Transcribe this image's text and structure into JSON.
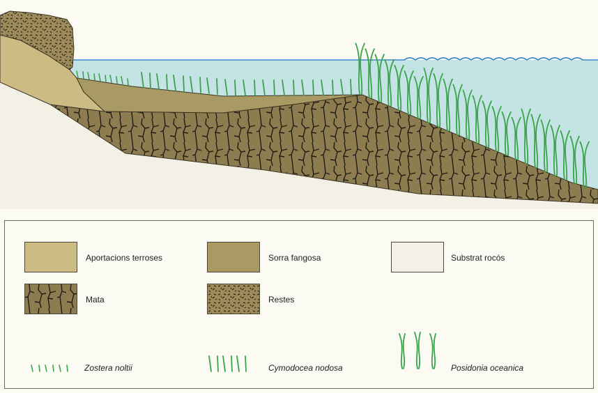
{
  "colors": {
    "water": "#c4e3e4",
    "terroses": "#cdbb84",
    "fangosa": "#a89a62",
    "mata": "#8d7c4f",
    "mata_lines": "#1f1c14",
    "restes": "#9d8b5c",
    "substrat": "#f3f1e6",
    "seagrass": "#3aa34a",
    "wave": "#3a88c8"
  },
  "legend": {
    "aportacions": "Aportacions terroses",
    "sorra": "Sorra fangosa",
    "substrat": "Substrat rocós",
    "mata": "Mata",
    "restes": "Restes",
    "zostera": "Zostera noltii",
    "cymodocea": "Cymodocea nodosa",
    "posidonia": "Posidonia oceanica"
  }
}
